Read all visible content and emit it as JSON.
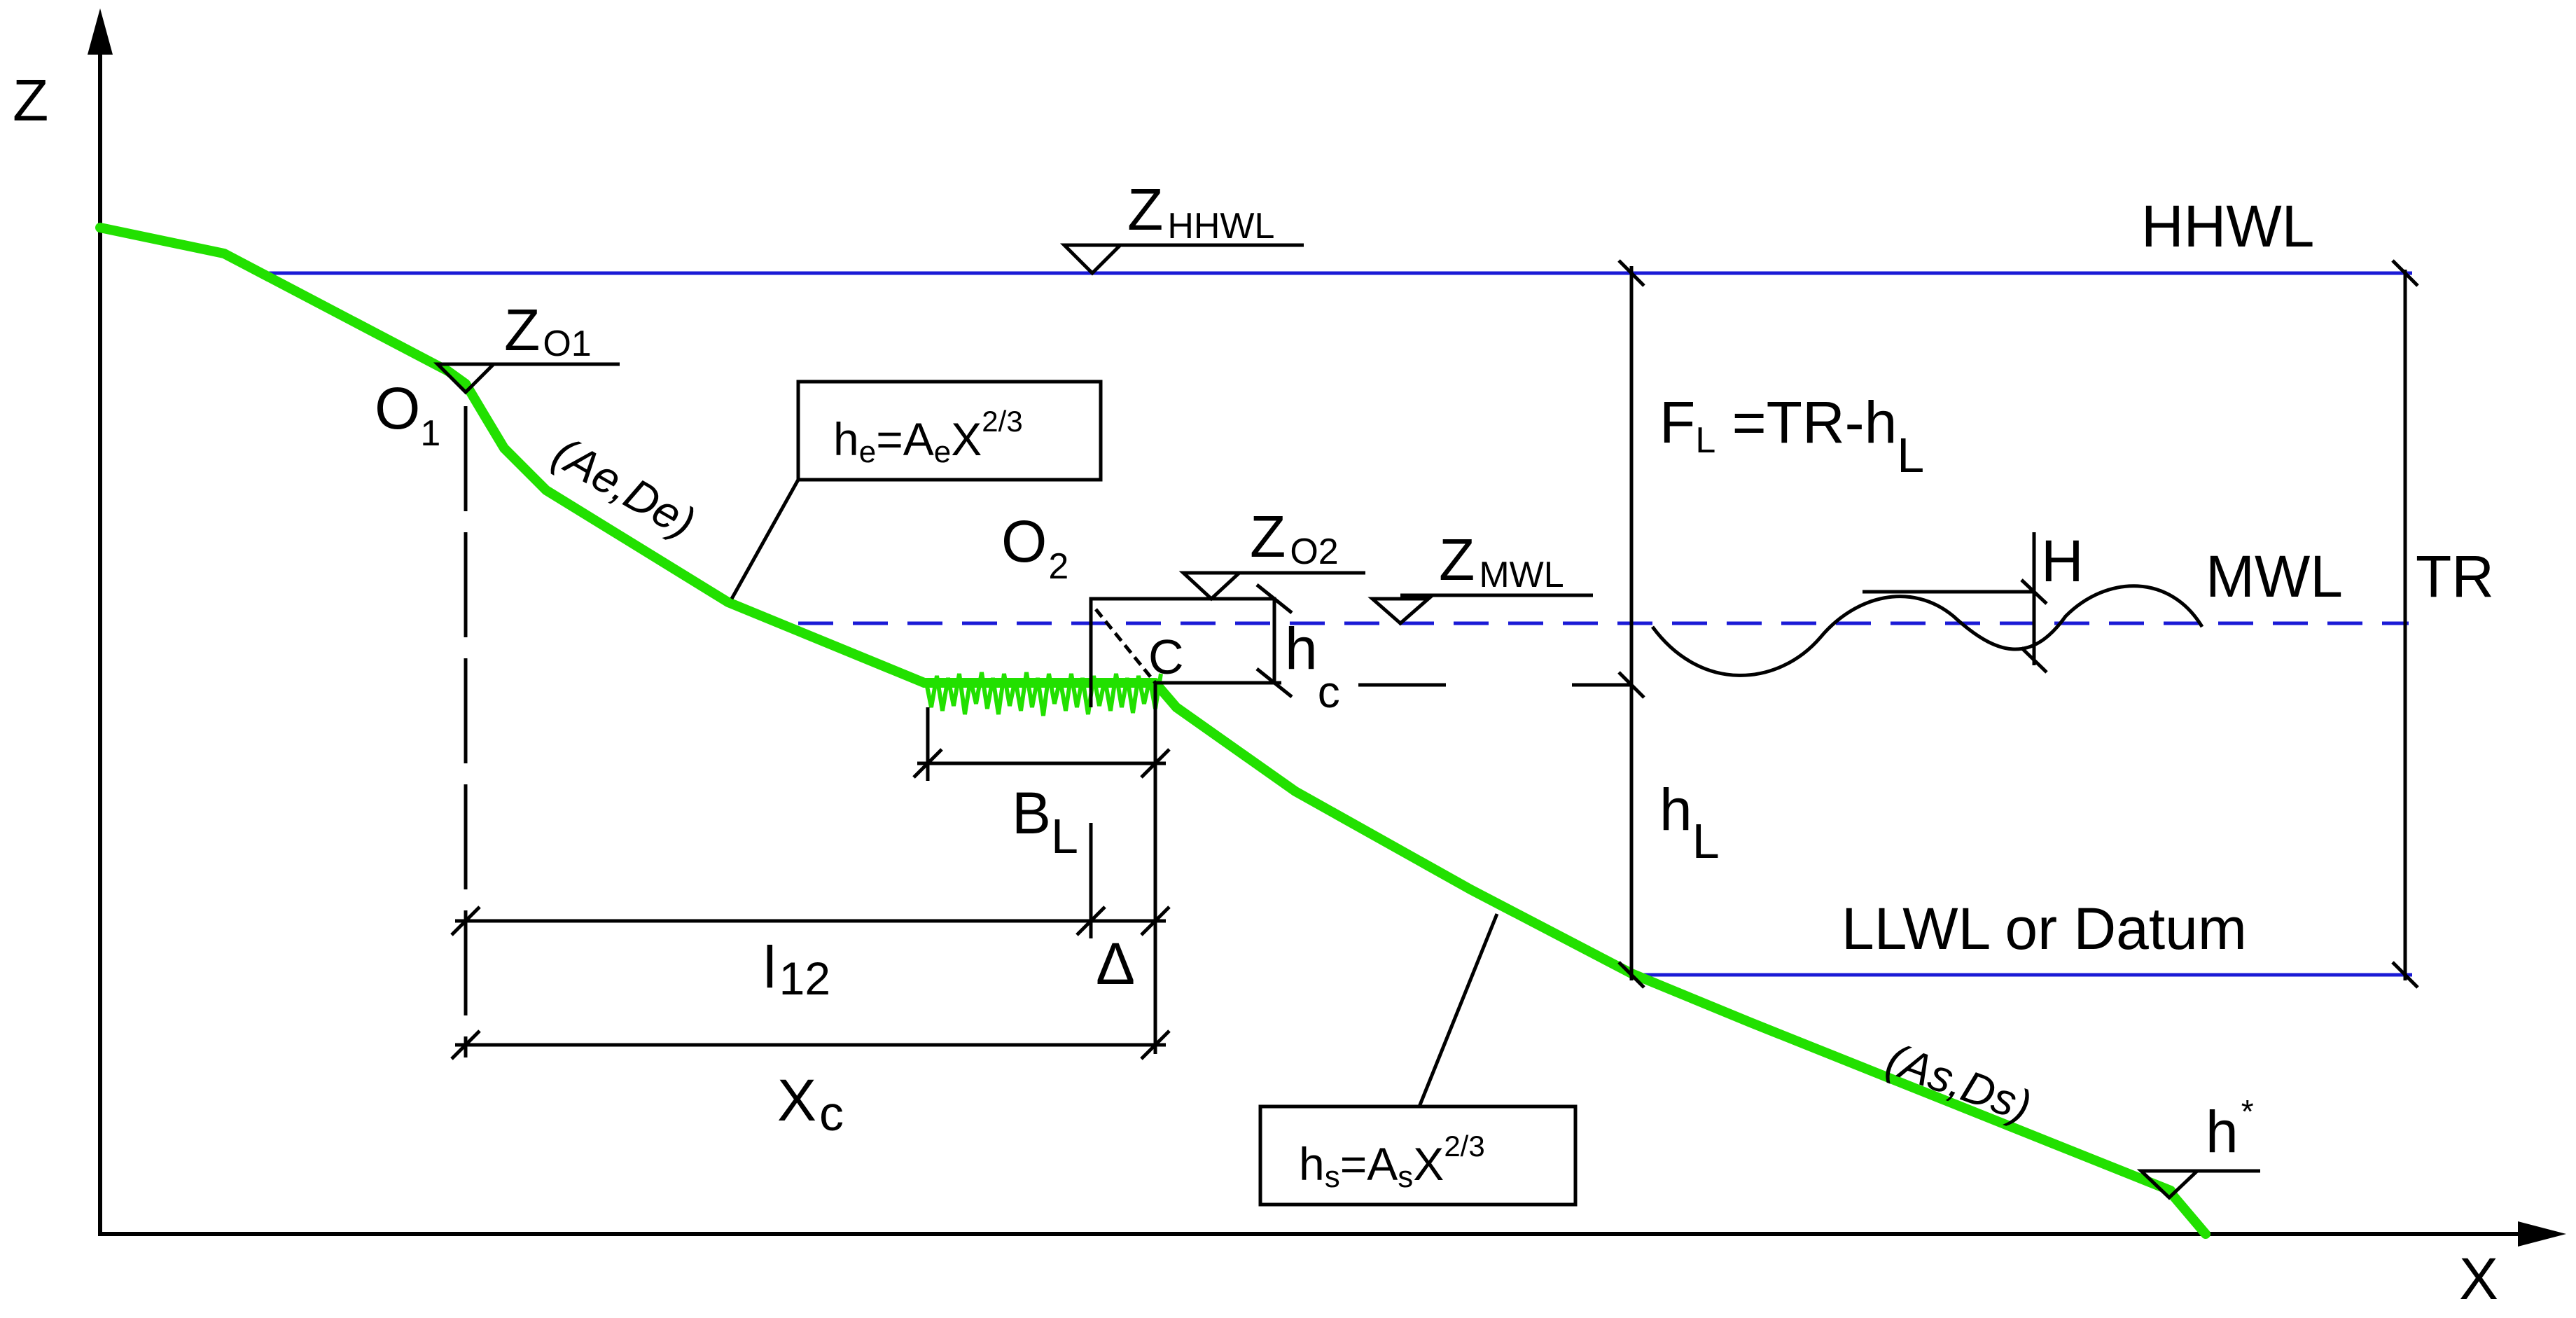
{
  "axes": {
    "z": "Z",
    "x": "X"
  },
  "levels": {
    "hhwl": "HHWL",
    "mwl": "MWL",
    "llwl": "LLWL or Datum",
    "tr": "TR"
  },
  "markers": {
    "z_hhwl": {
      "main": "Z",
      "sub": "HHWL"
    },
    "z_o1": {
      "main": "Z",
      "sub": "O1"
    },
    "z_o2": {
      "main": "Z",
      "sub": "O2"
    },
    "z_mwl": {
      "main": "Z",
      "sub": "MWL"
    },
    "h_star": {
      "main": "h",
      "sup": "*"
    }
  },
  "points": {
    "o1": {
      "main": "O",
      "sub": "1"
    },
    "o2": {
      "main": "O",
      "sub": "2"
    },
    "c": "C"
  },
  "dimensions": {
    "hc": {
      "main": "h",
      "sub": "c"
    },
    "bl": {
      "main": "B",
      "sub": "L"
    },
    "l12": {
      "main": "l",
      "sub": "12"
    },
    "delta": "Δ",
    "xc": {
      "main": "X",
      "sub": "c"
    },
    "h_wave": "H",
    "hl": {
      "main": "h",
      "sub": "L"
    },
    "fl": {
      "f": "F",
      "fsub": "L",
      "eq": " =TR-h",
      "eqsub": "L"
    }
  },
  "formulas": {
    "equilibrium": {
      "h": "h",
      "hs": "e",
      "mid": "=A",
      "as": "e",
      "x": "X",
      "exp": "2/3"
    },
    "shoreface": {
      "h": "h",
      "hs": "s",
      "mid": "=A",
      "as": "s",
      "x": "X",
      "exp": "2/3"
    }
  },
  "profile_params": {
    "upper": "(Ae,De)",
    "lower": "(As,Ds)"
  },
  "colors": {
    "profile": "#22e000",
    "water_level": "#1a1ad6",
    "ink": "#000000"
  }
}
